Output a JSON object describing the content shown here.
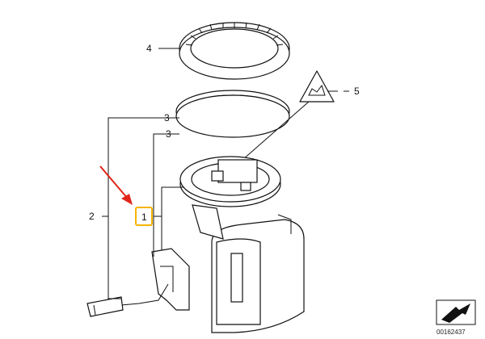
{
  "callouts": {
    "c1": "1",
    "c2": "2",
    "c3a": "3",
    "c3b": "3",
    "c4": "4",
    "c5": "5"
  },
  "diagram_ref": "00162437",
  "highlight": {
    "callout": "1",
    "box_color": "#f5b400",
    "arrow_color": "#e0261b"
  }
}
